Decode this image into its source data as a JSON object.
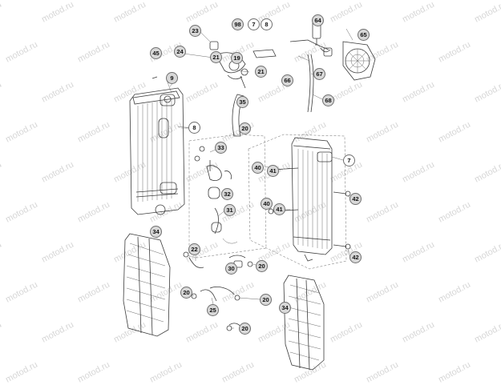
{
  "watermark": "motod.ru",
  "callouts": {
    "c98": "98",
    "c7a": "7",
    "c8a": "8",
    "c64": "64",
    "c23": "23",
    "c65": "65",
    "c45": "45",
    "c24": "24",
    "c19": "19",
    "c21a": "21",
    "c21b": "21",
    "c66": "66",
    "c67": "67",
    "c9": "9",
    "c35": "35",
    "c68": "68",
    "c8b": "8",
    "c20a": "20",
    "c33": "33",
    "c7b": "7",
    "c40a": "40",
    "c41a": "41",
    "c32": "32",
    "c42a": "42",
    "c40b": "40",
    "c41b": "41",
    "c31": "31",
    "c34a": "34",
    "c22": "22",
    "c42b": "42",
    "c30": "30",
    "c20b": "20",
    "c20c": "20",
    "c20d": "20",
    "c34b": "34",
    "c25": "25",
    "c20e": "20"
  }
}
